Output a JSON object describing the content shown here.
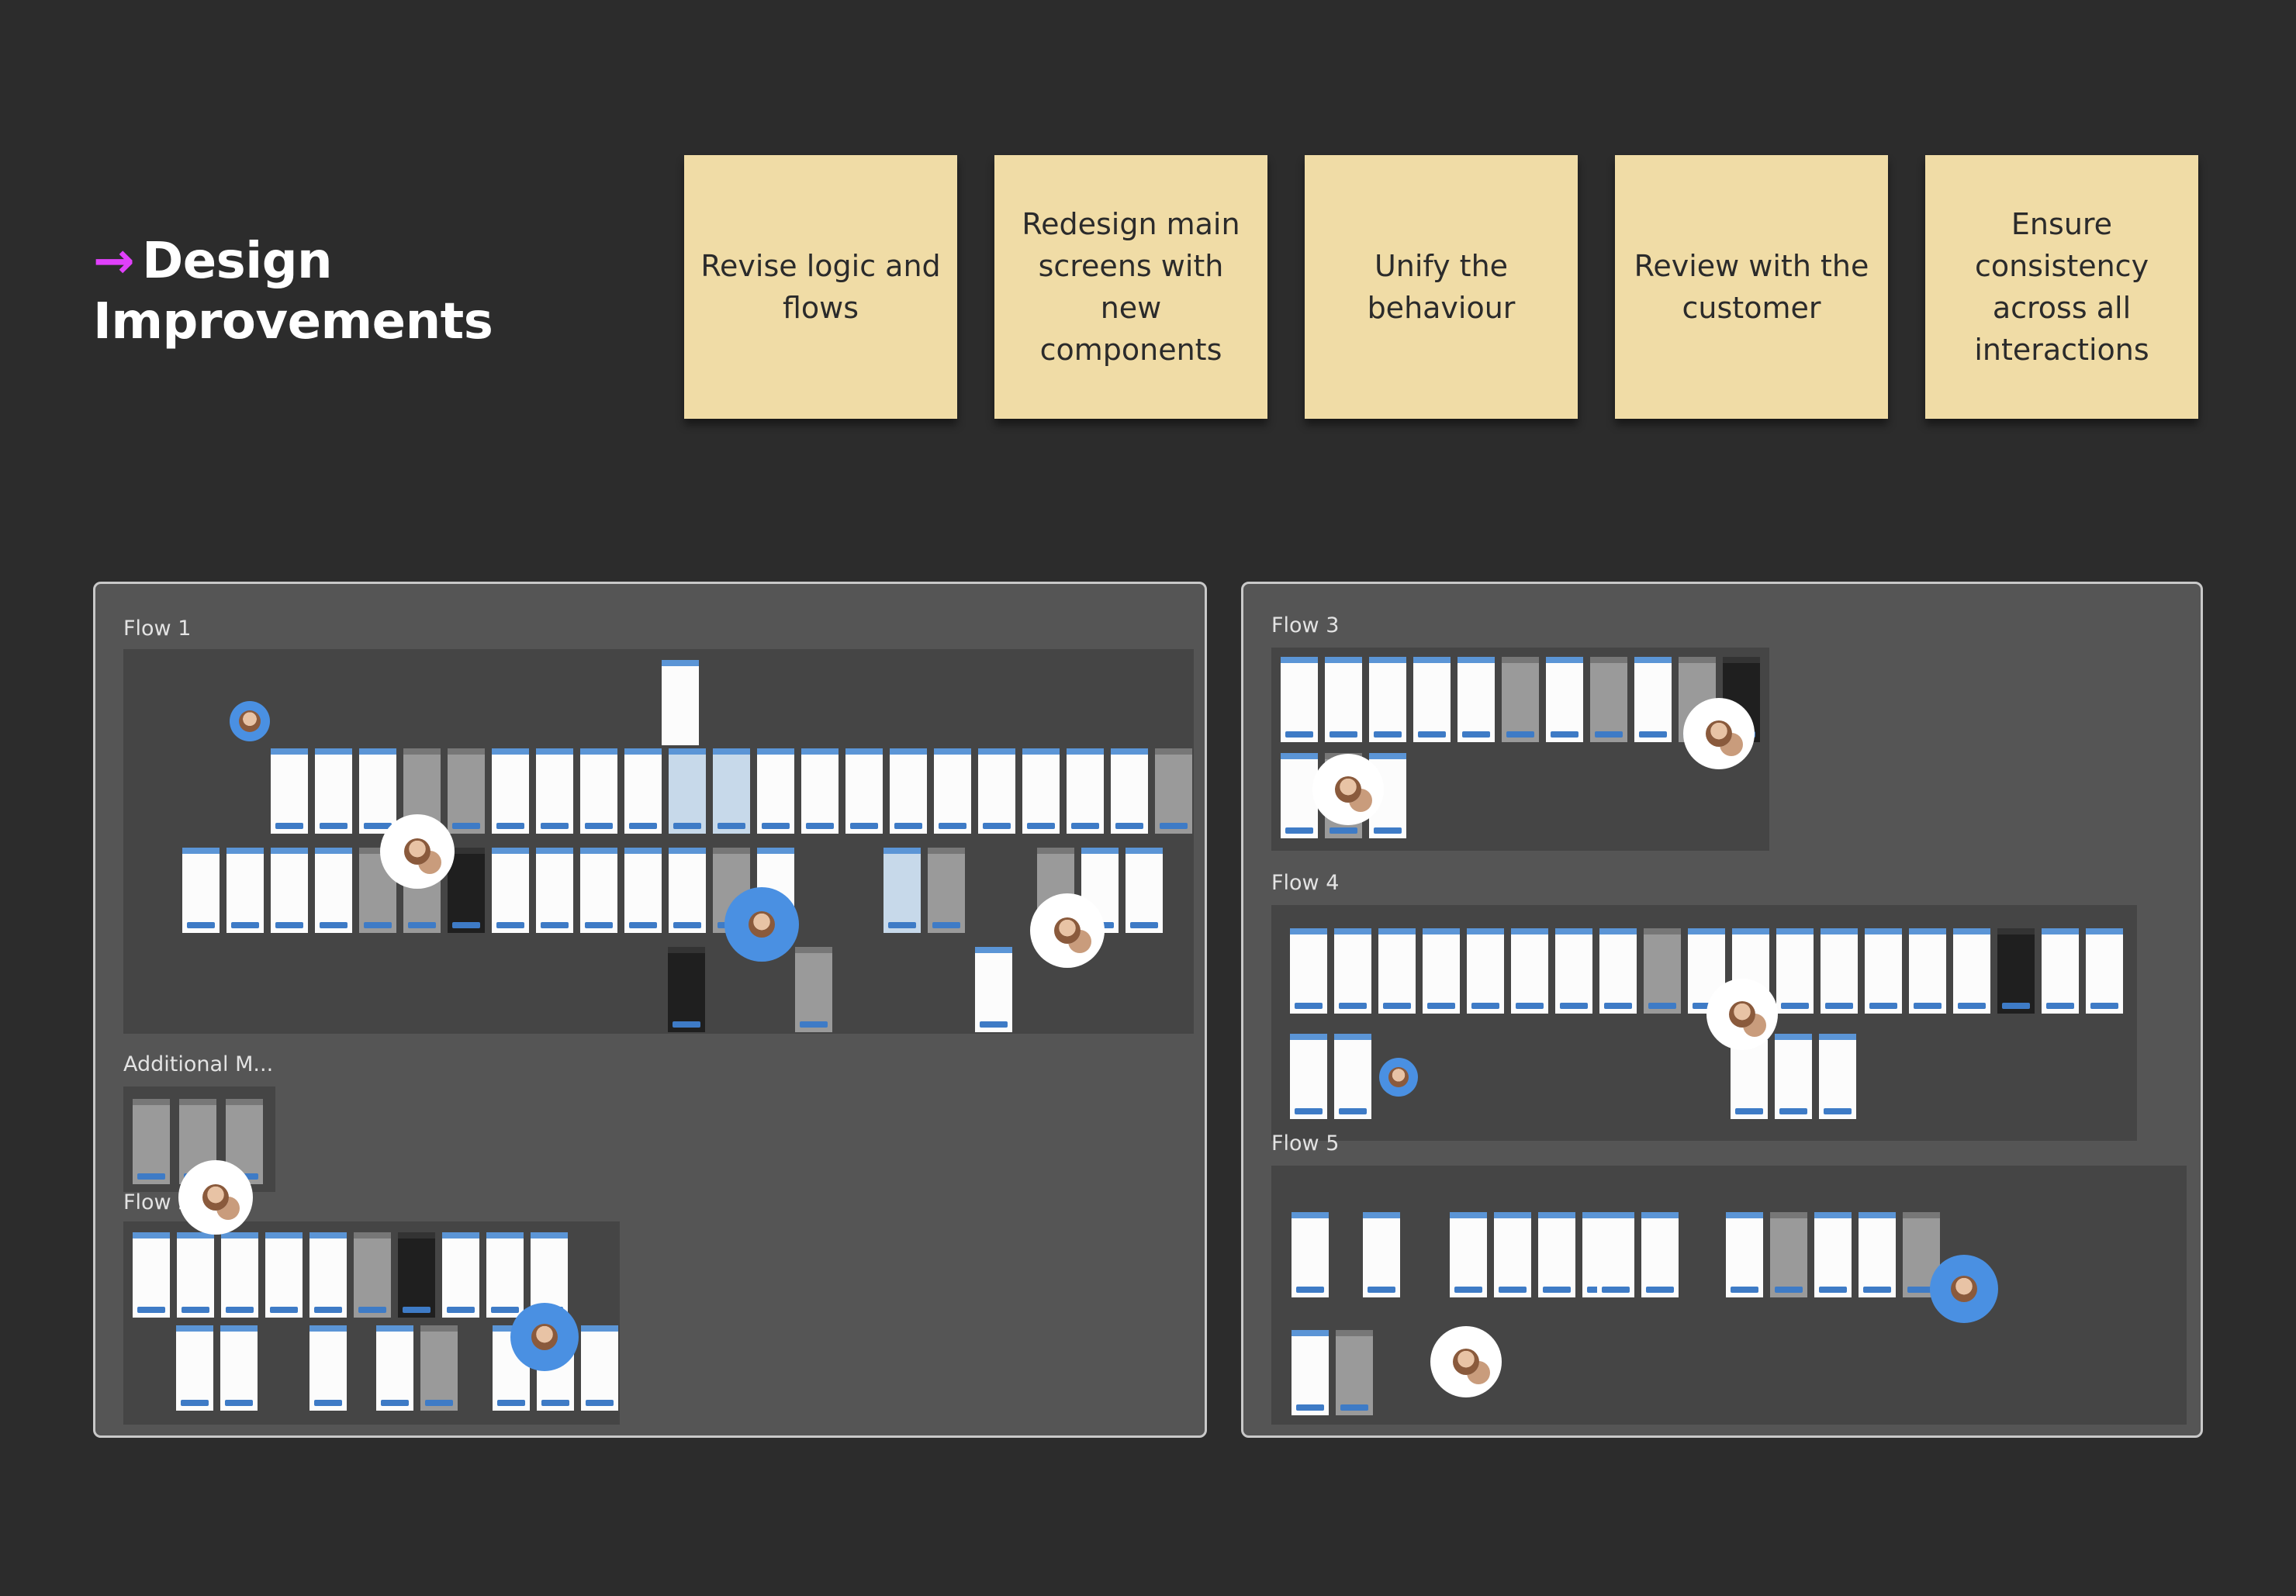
{
  "section": {
    "arrow": "→",
    "title_line1": "Design",
    "title_line2": "Improvements"
  },
  "stickies": [
    "Revise logic and flows",
    "Redesign main screens with new components",
    "Unify the behaviour",
    "Review with the customer",
    "Ensure consistency across all interactions"
  ],
  "flows": {
    "flow1": "Flow 1",
    "additional": "Additional M...",
    "flow2": "Flow 2",
    "flow3": "Flow 3",
    "flow4": "Flow 4",
    "flow5": "Flow 5"
  },
  "colors": {
    "background": "#2c2c2c",
    "sticky": "#f0dca6",
    "accent_arrow": "#e040fb",
    "avatar_blue": "#4a90e2"
  }
}
